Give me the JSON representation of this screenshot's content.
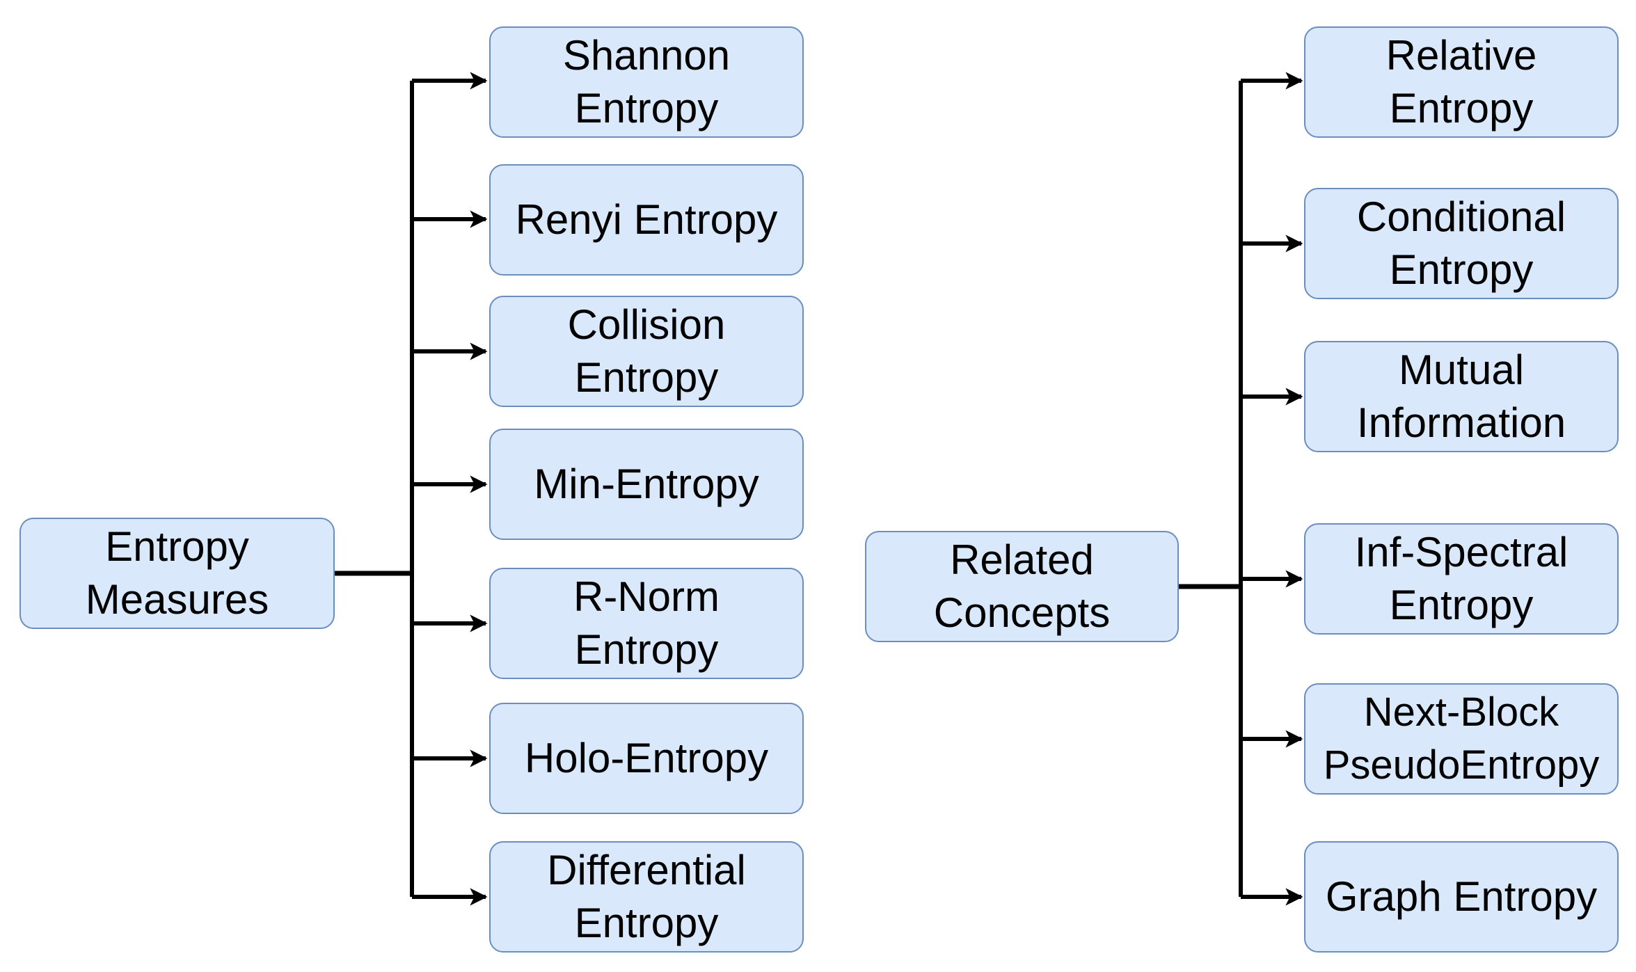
{
  "colors": {
    "node_fill": "#dae8fc",
    "node_border": "#6c8ebf",
    "connector": "#000000",
    "text": "#000000"
  },
  "groups": [
    {
      "root": "Entropy\nMeasures",
      "children": [
        "Shannon\nEntropy",
        "Renyi Entropy",
        "Collision\nEntropy",
        "Min-Entropy",
        "R-Norm\nEntropy",
        "Holo-Entropy",
        "Differential\nEntropy"
      ]
    },
    {
      "root": "Related\nConcepts",
      "children": [
        "Relative\nEntropy",
        "Conditional\nEntropy",
        "Mutual\nInformation",
        "Inf-Spectral\nEntropy",
        "Next-Block\nPseudoEntropy",
        "Graph Entropy"
      ]
    }
  ]
}
